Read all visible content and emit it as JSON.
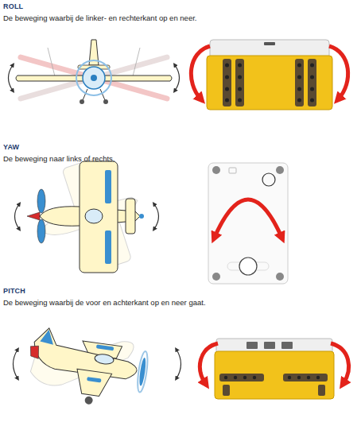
{
  "diagram": {
    "labels": [
      "ROLL",
      "De beweging waarbij de linker- en rechterkant op en neer.",
      "YAW",
      "De beweging naar links of rechts.",
      "PITCH",
      "De beweging waarbij de voor en achterkant op en neer gaat."
    ]
  }
}
